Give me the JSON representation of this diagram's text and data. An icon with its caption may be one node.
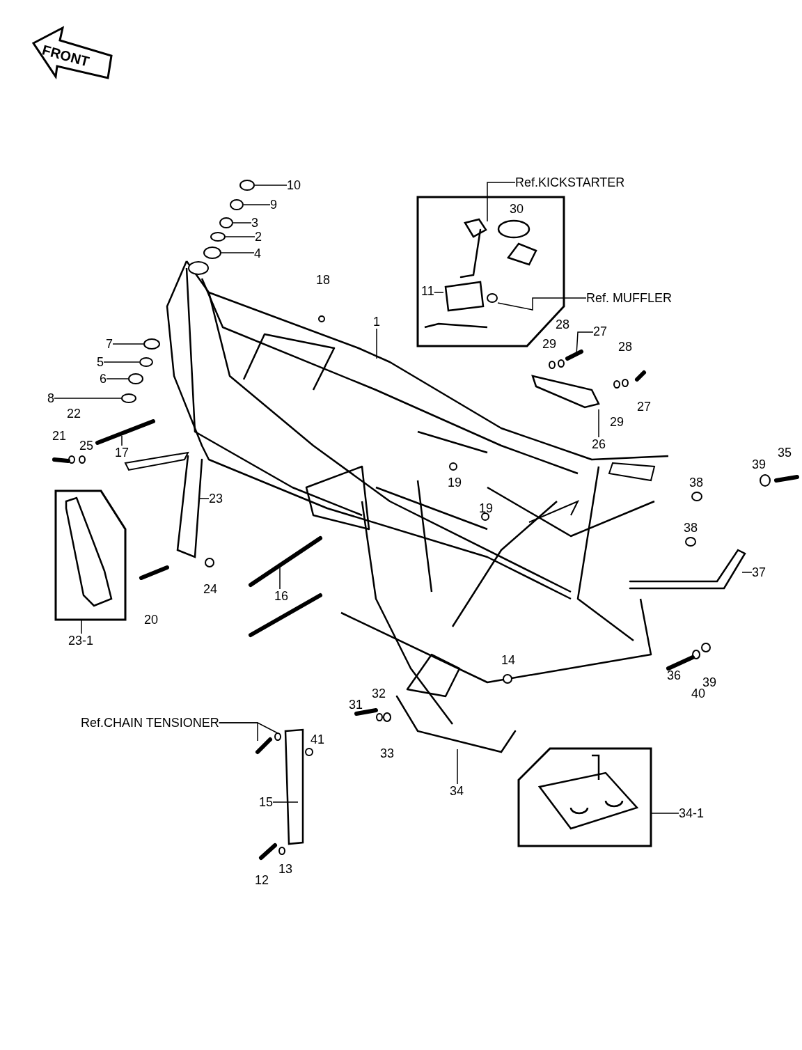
{
  "diagram": {
    "nodes": [
      {
        "text": [],
        "shape": "box"
      },
      {
        "text": [],
        "shape": "box"
      },
      {
        "text": [],
        "shape": "box"
      },
      {
        "text": [
          "10"
        ]
      },
      {
        "text": [
          "9"
        ]
      },
      {
        "text": [
          "3"
        ]
      },
      {
        "text": [
          "2"
        ]
      },
      {
        "text": [
          "4"
        ]
      },
      {
        "text": [
          "7"
        ]
      },
      {
        "text": [
          "5"
        ]
      },
      {
        "text": [
          "6"
        ]
      },
      {
        "text": [
          "8"
        ]
      },
      {
        "text": [
          "1"
        ]
      },
      {
        "text": [
          "11"
        ],
        "in": 0
      },
      {
        "text": [
          "17"
        ]
      },
      {
        "text": [
          "23"
        ]
      },
      {
        "text": [
          "16"
        ]
      },
      {
        "text": [
          "23-1"
        ]
      },
      {
        "text": [
          "37"
        ]
      },
      {
        "text": [
          "34"
        ]
      },
      {
        "text": [
          "34-1"
        ]
      },
      {
        "text": [
          "15"
        ]
      },
      {
        "text": [
          "27"
        ]
      },
      {
        "text": [
          "26"
        ]
      },
      {
        "text": [
          "Ref.KICKSTARTER"
        ]
      },
      {
        "text": [
          "Ref. MUFFLER"
        ]
      },
      {
        "text": [
          "Ref.CHAIN TENSIONER"
        ]
      },
      {
        "text": [],
        "shape": "picture",
        "in": 0
      },
      {
        "text": [],
        "shape": "circle",
        "in": 0
      },
      {
        "text": [],
        "shape": "circle"
      },
      {
        "text": [],
        "shape": "circle"
      },
      {
        "text": [],
        "shape": "circle"
      },
      {
        "text": [],
        "shape": "circle"
      },
      {
        "text": [],
        "shape": "circle"
      },
      {
        "text": [],
        "shape": "circle"
      },
      {
        "text": [],
        "shape": "circle"
      },
      {
        "text": [],
        "shape": "circle"
      },
      {
        "text": [],
        "shape": "circle"
      },
      {
        "text": [],
        "shape": "picture"
      },
      {
        "text": [],
        "shape": "picture"
      },
      {
        "text": [],
        "shape": "picture"
      },
      {
        "text": [],
        "shape": "circle"
      },
      {
        "text": [],
        "shape": "picture"
      },
      {
        "text": [],
        "shape": "picture"
      },
      {
        "text": [],
        "shape": "picture"
      },
      {
        "text": [],
        "shape": "picture"
      },
      {
        "text": [],
        "shape": "picture"
      },
      {
        "text": [],
        "shape": "picture"
      },
      {
        "text": [],
        "shape": "box",
        "in": 0
      }
    ],
    "edges": [
      {
        "from": 3,
        "to": 29,
        "arrow": "none"
      },
      {
        "from": 4,
        "to": 30,
        "arrow": "none"
      },
      {
        "from": 5,
        "to": 31,
        "arrow": "none"
      },
      {
        "from": 6,
        "to": 32,
        "arrow": "none"
      },
      {
        "from": 7,
        "to": 33,
        "arrow": "none"
      },
      {
        "from": 8,
        "to": 34,
        "arrow": "none"
      },
      {
        "from": 9,
        "to": 35,
        "arrow": "none"
      },
      {
        "from": 10,
        "to": 36,
        "arrow": "none"
      },
      {
        "from": 11,
        "to": 37,
        "arrow": "none"
      },
      {
        "from": 12,
        "to": null,
        "arrow": "none"
      },
      {
        "from": 13,
        "to": 48,
        "arrow": "none"
      },
      {
        "from": 14,
        "to": 38,
        "arrow": "none"
      },
      {
        "from": 15,
        "to": 43,
        "arrow": "none"
      },
      {
        "from": 16,
        "to": 39,
        "arrow": "none"
      },
      {
        "from": 17,
        "to": 1,
        "arrow": "none"
      },
      {
        "from": 18,
        "to": 46,
        "arrow": "none"
      },
      {
        "from": 19,
        "to": 47,
        "arrow": "none"
      },
      {
        "from": 20,
        "to": 2,
        "arrow": "none"
      },
      {
        "from": 21,
        "to": 44,
        "arrow": "none"
      },
      {
        "from": 22,
        "to": 42,
        "arrow": "none"
      },
      {
        "from": 23,
        "to": 45,
        "arrow": "none"
      },
      {
        "from": 24,
        "to": 27,
        "arrow": "none"
      },
      {
        "from": 25,
        "to": 28,
        "arrow": "none"
      },
      {
        "from": 26,
        "to": 40,
        "arrow": "none"
      },
      {
        "from": 26,
        "to": 41,
        "arrow": "none"
      }
    ],
    "labels": [
      "FRONT",
      "18",
      "30",
      "28",
      "29",
      "28",
      "27",
      "29",
      "22",
      "21",
      "25",
      "19",
      "19",
      "39",
      "35",
      "38",
      "38",
      "24",
      "20",
      "14",
      "36",
      "39",
      "40",
      "31",
      "32",
      "41",
      "33",
      "12",
      "13"
    ]
  }
}
